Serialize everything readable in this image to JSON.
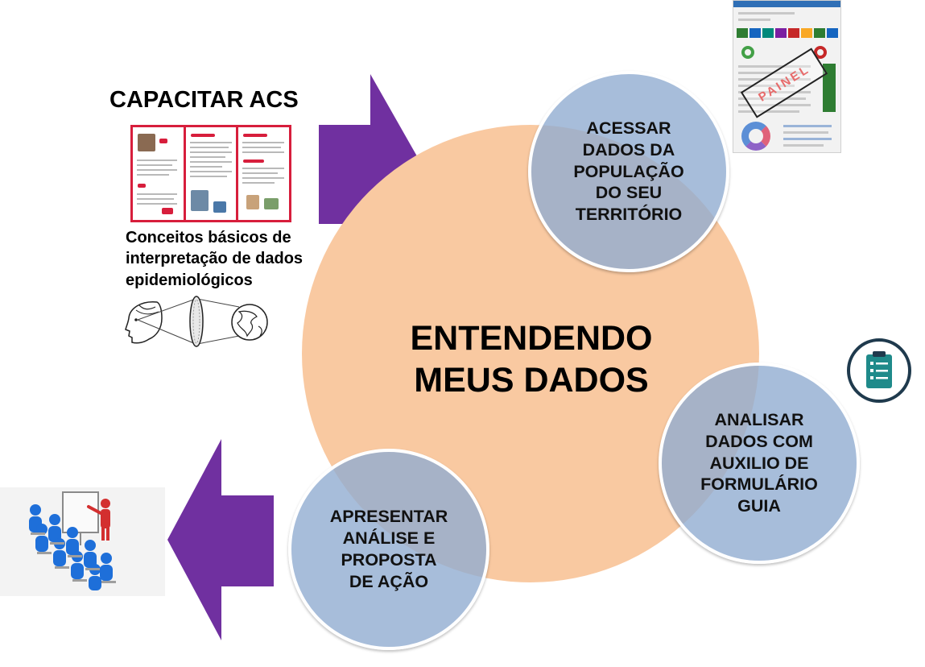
{
  "diagram": {
    "center_title": "ENTENDENDO\nMEUS DADOS",
    "steps": {
      "access": "ACESSAR\nDADOS DA\nPOPULAÇÃO\nDO SEU\nTERRITÓRIO",
      "analyze": "ANALISAR\nDADOS COM\nAUXILIO DE\nFORMULÁRIO\nGUIA",
      "present": "APRESENTAR\nANÁLISE E\nPROPOSTA\nDE AÇÃO"
    },
    "capacitar_title": "CAPACITAR ACS",
    "concepts_text": "Conceitos básicos de\ninterpretação de dados\nepidemiológicos",
    "painel_stamp": "PAINEL"
  },
  "colors": {
    "main_circle": "#f9c9a1",
    "satellite_circles": "#91acd1",
    "arrows": "#7030a0",
    "brochure_border": "#d71e3c",
    "clipboard_icon": "#1f8a8a"
  },
  "icons": {
    "capacitar_image": "brochure-image",
    "vision_image": "eye-lens-globe-icon",
    "dashboard_image": "dashboard-screenshot",
    "clipboard": "clipboard-checklist-icon",
    "presentation": "presentation-audience-icon"
  }
}
